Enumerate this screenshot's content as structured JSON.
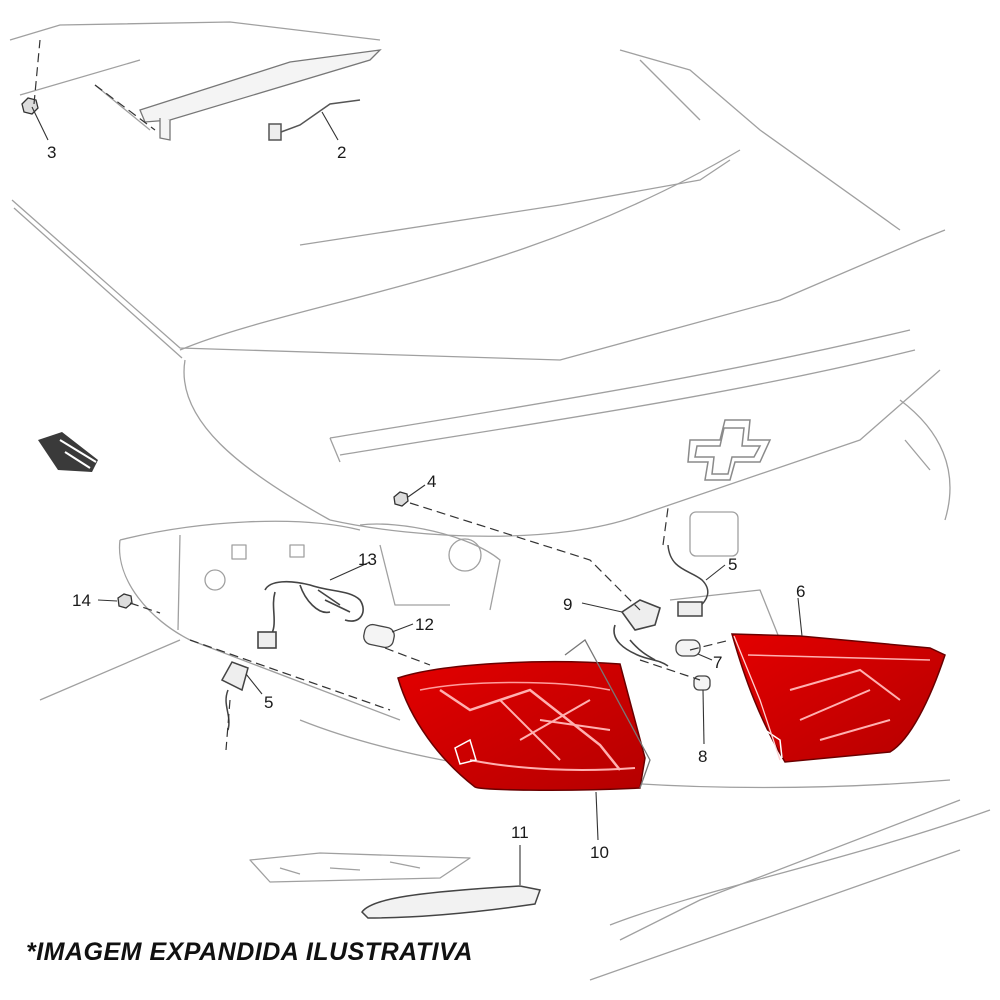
{
  "callouts": [
    {
      "id": "c1",
      "label": "3"
    },
    {
      "id": "c2",
      "label": "2"
    },
    {
      "id": "c3",
      "label": "4"
    },
    {
      "id": "c4",
      "label": "13"
    },
    {
      "id": "c5",
      "label": "14"
    },
    {
      "id": "c6",
      "label": "12"
    },
    {
      "id": "c7",
      "label": "5"
    },
    {
      "id": "c8",
      "label": "9"
    },
    {
      "id": "c9",
      "label": "5"
    },
    {
      "id": "c10",
      "label": "6"
    },
    {
      "id": "c11",
      "label": "7"
    },
    {
      "id": "c12",
      "label": "8"
    },
    {
      "id": "c13",
      "label": "10"
    },
    {
      "id": "c14",
      "label": "11"
    }
  ],
  "caption": "*IMAGEM EXPANDIDA ILUSTRATIVA",
  "colors": {
    "tail_lamp_red": "#d40000",
    "tail_lamp_dark": "#7a0000",
    "line_art": "#9a9a9a",
    "leader": "#333333"
  },
  "icons": [
    "chevrolet-bowtie-emblem-icon",
    "front-direction-arrow-icon"
  ]
}
